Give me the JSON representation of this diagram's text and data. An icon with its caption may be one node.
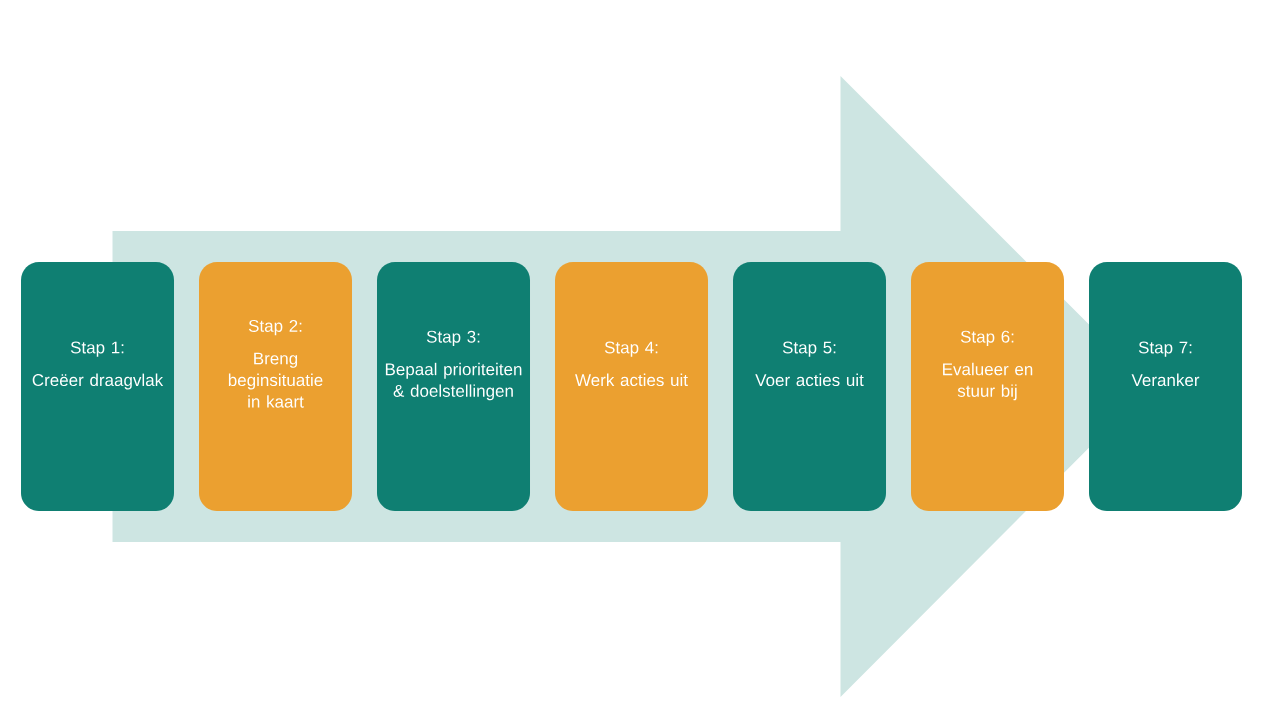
{
  "diagram": {
    "nodes": [
      {
        "text": [
          "Stap 1:",
          "Creëer draagvlak"
        ]
      },
      {
        "text": [
          "Stap 2:",
          "Breng beginsituatie in kaart"
        ]
      },
      {
        "text": [
          "Stap 3:",
          "Bepaal prioriteiten & doelstellingen"
        ]
      },
      {
        "text": [
          "Stap 4:",
          "Werk acties uit"
        ]
      },
      {
        "text": [
          "Stap 5:",
          "Voer acties uit"
        ]
      },
      {
        "text": [
          "Stap 6:",
          "Evalueer en stuur bij"
        ]
      },
      {
        "text": [
          "Stap 7:",
          "Veranker"
        ]
      }
    ],
    "edges": [
      {
        "from": 0,
        "to": 6,
        "arrow": "to"
      }
    ]
  }
}
